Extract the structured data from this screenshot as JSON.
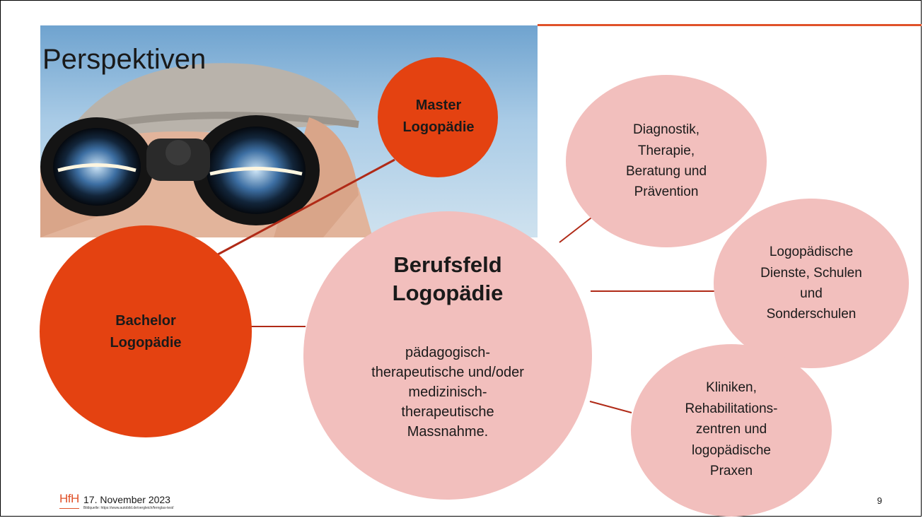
{
  "slide": {
    "title": "Perspektiven",
    "page_number": "9"
  },
  "nodes": {
    "master": "Master\nLogopädie",
    "bachelor": "Bachelor\nLogopädie",
    "center_title": "Berufsfeld\nLogopädie",
    "center_desc": "pädagogisch-\ntherapeutische und/oder\nmedizinisch-\ntherapeutische\nMassnahme.",
    "diagnostik": "Diagnostik,\nTherapie,\nBeratung und\nPrävention",
    "dienste": "Logopädische\nDienste, Schulen\nund\nSonderschulen",
    "kliniken": "Kliniken,\nRehabilitations-\nzentren und\nlogopädische\nPraxen"
  },
  "footer": {
    "logo": "HfH",
    "date": "17. November 2023",
    "source": "Bildquelle: https://www.autobild.de/vergleich/fernglas-test/"
  },
  "colors": {
    "orange": "#e44211",
    "pink": "#f2bfbd",
    "line": "#b02a17",
    "accent": "#e0522a"
  },
  "images": {
    "photo": "binoculars-person-photo"
  }
}
